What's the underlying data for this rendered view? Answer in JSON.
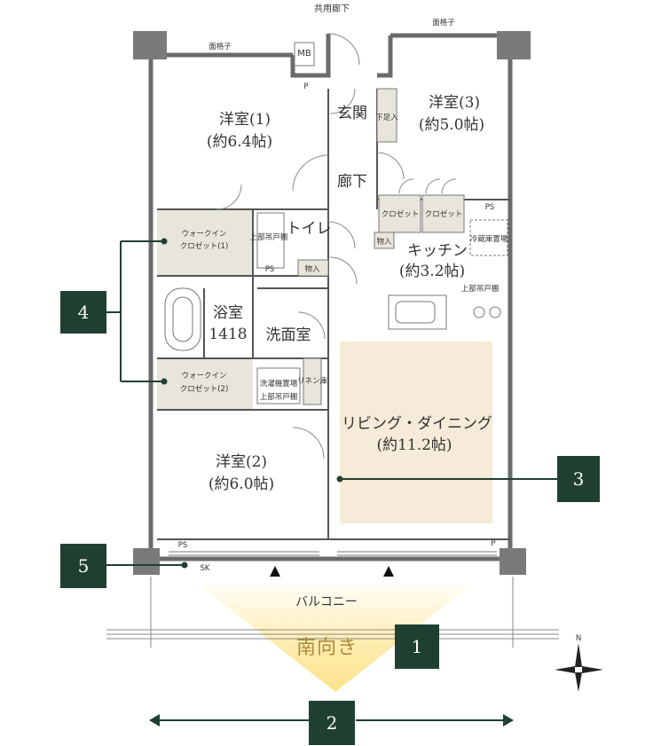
{
  "labels": {
    "corridor_common": "共用廊下",
    "balcony": "バルコニー",
    "south": "南向き",
    "lattice_left": "面格子",
    "lattice_right": "面格子",
    "mb": "MB",
    "p_top": "P",
    "p_right": "P",
    "ps_right": "PS",
    "ps_wc": "PS",
    "ps_bottom": "PS",
    "sk": "SK",
    "entrance": "玄関",
    "shoe_storage": "下足入",
    "hallway": "廊下",
    "toilet": "トイレ",
    "upper_cabinet_wc": "上部吊戸棚",
    "storage_wc": "物入",
    "storage_kitchen": "物入",
    "closet_a": "クロゼット",
    "closet_b": "クロゼット",
    "fridge": "冷蔵庫置場",
    "kitchen": "キッチン",
    "kitchen_size": "(約3.2帖)",
    "upper_cabinet_kitchen": "上部吊戸棚",
    "bath": "浴室",
    "bath_size": "1418",
    "wash": "洗面室",
    "washer": "洗濯機置場",
    "washer_upper": "上部吊戸棚",
    "linen": "リネン庫",
    "room1": "洋室(1)",
    "room1_size": "(約6.4帖)",
    "room2": "洋室(2)",
    "room2_size": "(約6.0帖)",
    "room3": "洋室(3)",
    "room3_size": "(約5.0帖)",
    "wic1_a": "ウォークイン",
    "wic1_b": "クロゼット(1)",
    "wic2_a": "ウォークイン",
    "wic2_b": "クロゼット(2)",
    "living": "リビング・ダイニング",
    "living_size": "(約11.2帖)",
    "compass_n": "N"
  },
  "badges": [
    "1",
    "2",
    "3",
    "4",
    "5"
  ],
  "colors": {
    "badge": "#1f4031",
    "wall": "#6b6b6b",
    "highlight": "#f6ead8",
    "closet_fill": "#e8e5dc",
    "south_text": "#b08a3a"
  }
}
